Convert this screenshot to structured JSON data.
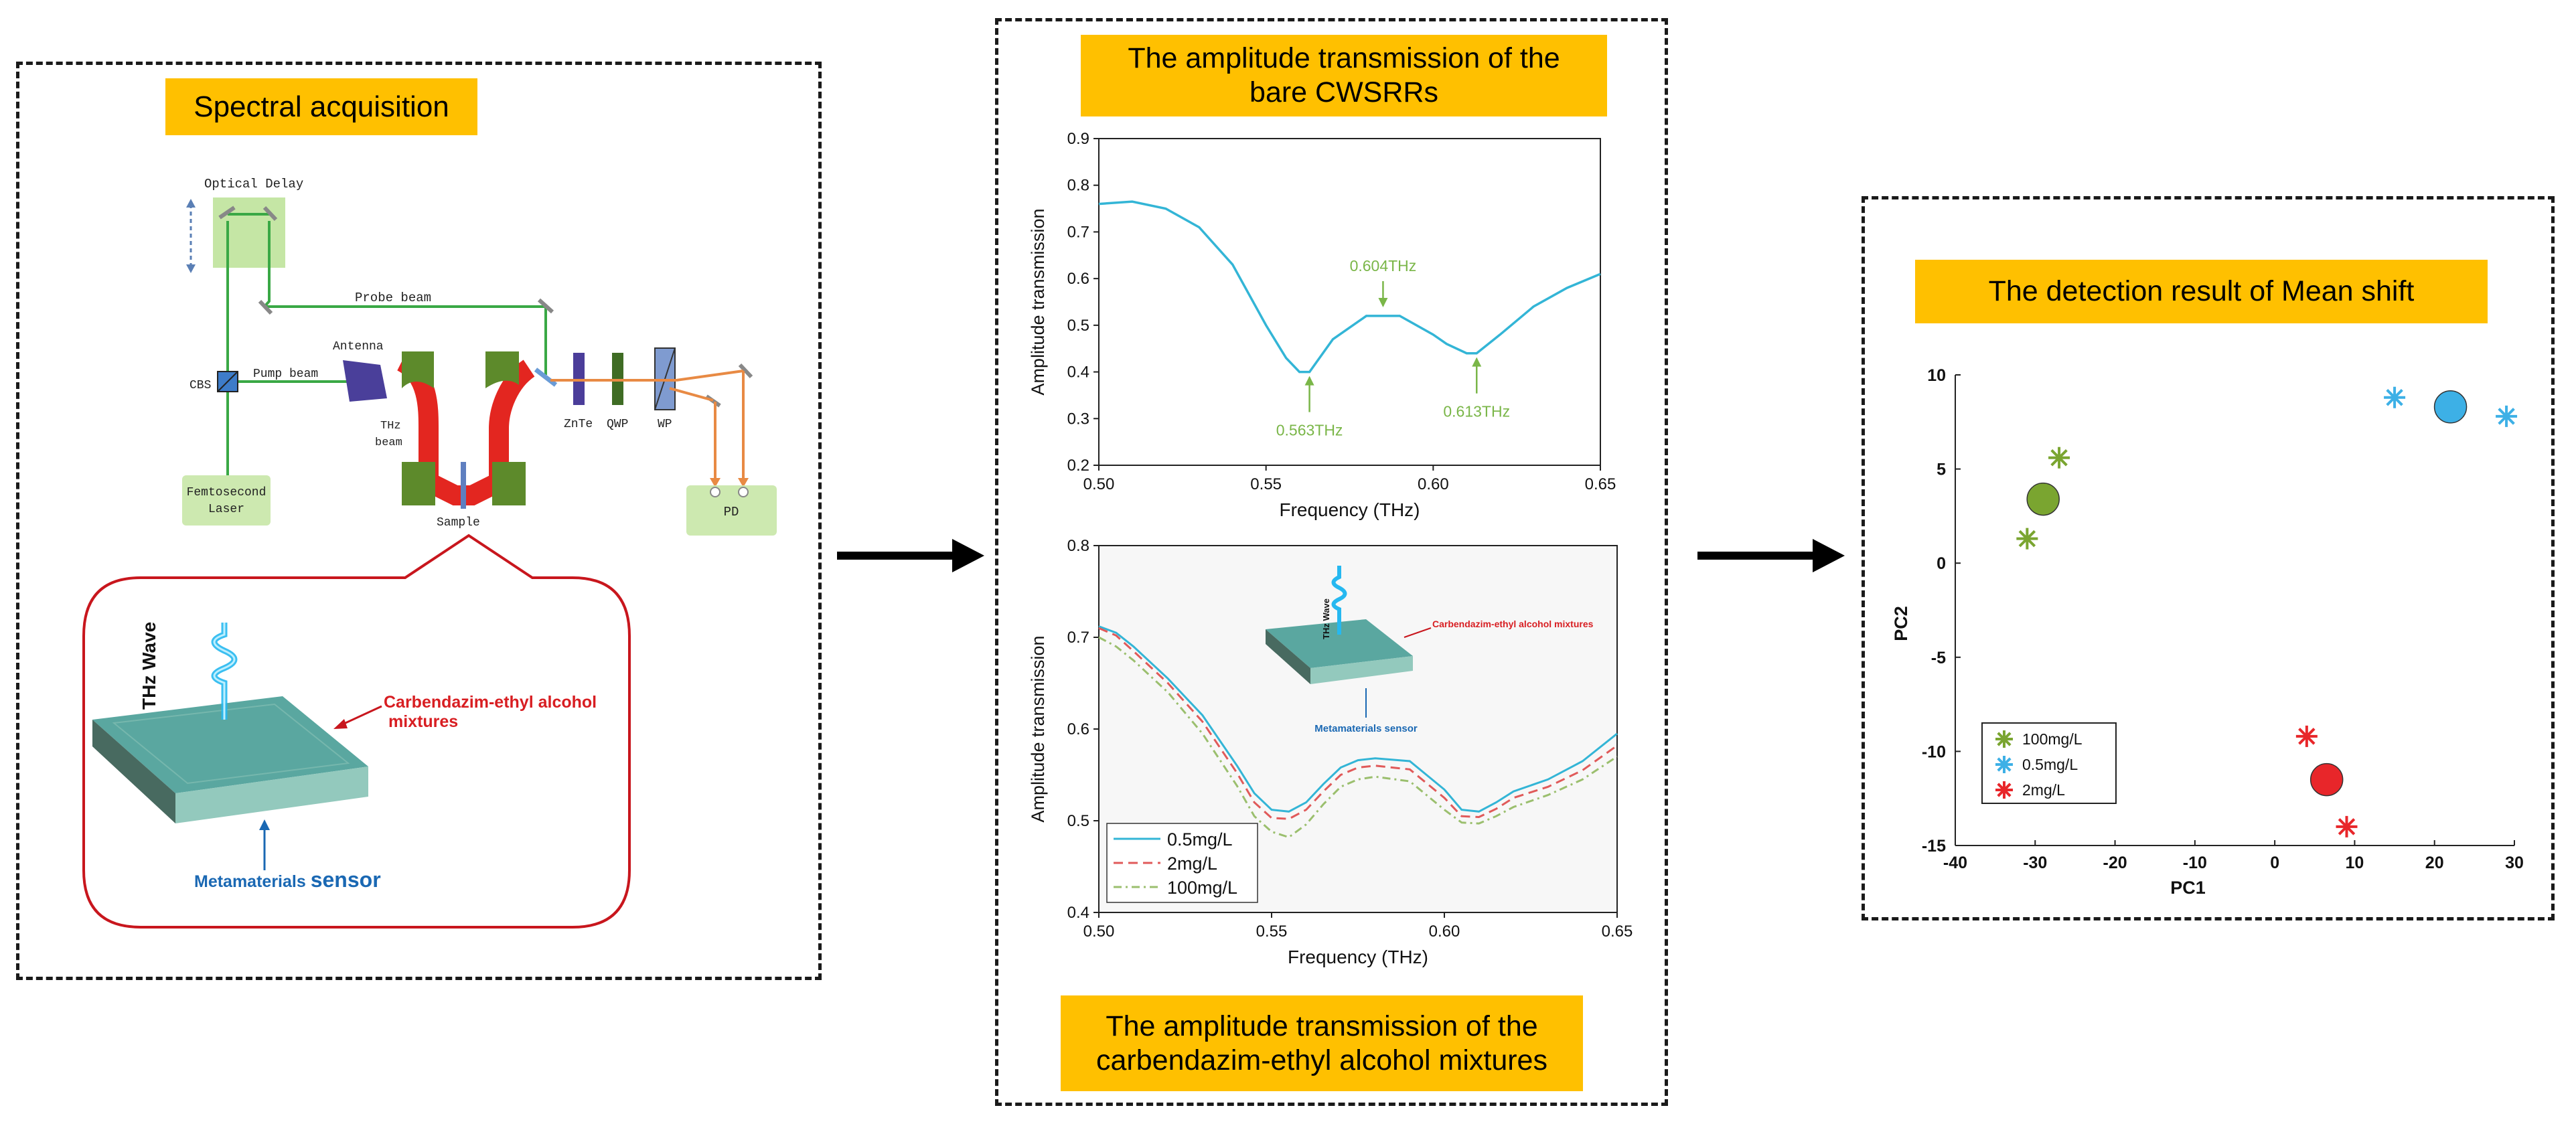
{
  "panels": {
    "left": {
      "title": "Spectral acquisition",
      "setup_labels": {
        "optical_delay": "Optical Delay",
        "probe_beam": "Probe beam",
        "cbs": "CBS",
        "pump_beam": "Pump beam",
        "antenna": "Antenna",
        "thz_beam": "THz beam",
        "znte": "ZnTe",
        "qwp": "QWP",
        "wp": "WP",
        "femtosecond_laser": "Femtosecond Laser",
        "sample": "Sample",
        "pd": "PD"
      },
      "inset": {
        "thz_wave": "THz Wave",
        "mixture": "Carbendazim-ethyl alcohol mixtures",
        "sensor_prefix": "Metamaterials ",
        "sensor_suffix": "sensor"
      }
    },
    "middle": {
      "top_title": "The amplitude transmission of the bare CWSRRs",
      "bottom_title": "The amplitude transmission of the carbendazim-ethyl alcohol mixtures",
      "inset": {
        "thz_wave": "THz Wave",
        "mixture": "Carbendazim-ethyl alcohol mixtures",
        "sensor": "Metamaterials sensor"
      }
    },
    "right": {
      "title": "The detection result of Mean shift"
    }
  },
  "colors": {
    "tag": "#ffc000",
    "line_cyan": "#33b5d6",
    "annot_green": "#7ab648",
    "green": "#7aa530",
    "blue": "#3db0e6",
    "red": "#e8262a",
    "beam_red": "#e32620",
    "dashed_red": "#e05a5a",
    "dashdot_green": "#9bbf6e"
  },
  "chart_data": [
    {
      "type": "line",
      "xlabel": "Frequency (THz)",
      "ylabel": "Amplitude transmission",
      "xlim": [
        0.5,
        0.65
      ],
      "ylim": [
        0.2,
        0.9
      ],
      "xticks": [
        "0.50",
        "0.55",
        "0.60",
        "0.65"
      ],
      "yticks": [
        "0.2",
        "0.3",
        "0.4",
        "0.5",
        "0.6",
        "0.7",
        "0.8",
        "0.9"
      ],
      "x": [
        0.5,
        0.51,
        0.52,
        0.53,
        0.54,
        0.55,
        0.556,
        0.56,
        0.563,
        0.57,
        0.58,
        0.59,
        0.6,
        0.604,
        0.61,
        0.613,
        0.62,
        0.63,
        0.64,
        0.65
      ],
      "series": [
        {
          "values": [
            0.76,
            0.765,
            0.75,
            0.71,
            0.63,
            0.5,
            0.43,
            0.4,
            0.4,
            0.47,
            0.52,
            0.52,
            0.48,
            0.46,
            0.44,
            0.44,
            0.48,
            0.54,
            0.58,
            0.61
          ]
        }
      ],
      "annotations": [
        {
          "text": "0.563THz",
          "x": 0.563,
          "y": 0.4
        },
        {
          "text": "0.604THz",
          "x": 0.585,
          "y": 0.53
        },
        {
          "text": "0.613THz",
          "x": 0.613,
          "y": 0.44
        }
      ]
    },
    {
      "type": "line",
      "xlabel": "Frequency (THz)",
      "ylabel": "Amplitude transmission",
      "xlim": [
        0.5,
        0.65
      ],
      "ylim": [
        0.4,
        0.8
      ],
      "xticks": [
        "0.50",
        "0.55",
        "0.60",
        "0.65"
      ],
      "yticks": [
        "0.4",
        "0.5",
        "0.6",
        "0.7",
        "0.8"
      ],
      "x": [
        0.5,
        0.505,
        0.51,
        0.52,
        0.53,
        0.54,
        0.545,
        0.55,
        0.555,
        0.56,
        0.565,
        0.57,
        0.575,
        0.58,
        0.59,
        0.6,
        0.605,
        0.61,
        0.615,
        0.62,
        0.63,
        0.64,
        0.65
      ],
      "series": [
        {
          "name": "0.5mg/L",
          "values": [
            0.712,
            0.705,
            0.69,
            0.655,
            0.615,
            0.56,
            0.53,
            0.512,
            0.51,
            0.52,
            0.54,
            0.558,
            0.566,
            0.568,
            0.565,
            0.534,
            0.512,
            0.51,
            0.52,
            0.532,
            0.545,
            0.565,
            0.595
          ]
        },
        {
          "name": "2mg/L",
          "values": [
            0.71,
            0.702,
            0.685,
            0.65,
            0.608,
            0.552,
            0.52,
            0.503,
            0.502,
            0.512,
            0.532,
            0.55,
            0.558,
            0.56,
            0.556,
            0.525,
            0.505,
            0.504,
            0.513,
            0.525,
            0.537,
            0.555,
            0.582
          ]
        },
        {
          "name": "100mg/L",
          "values": [
            0.7,
            0.69,
            0.675,
            0.64,
            0.595,
            0.538,
            0.505,
            0.488,
            0.482,
            0.496,
            0.518,
            0.537,
            0.545,
            0.548,
            0.543,
            0.512,
            0.498,
            0.497,
            0.505,
            0.515,
            0.528,
            0.545,
            0.57
          ]
        }
      ],
      "legend": "bottom-left"
    },
    {
      "type": "scatter",
      "xlabel": "PC1",
      "ylabel": "PC2",
      "xlim": [
        -40,
        30
      ],
      "ylim": [
        -15,
        10
      ],
      "xticks": [
        "-40",
        "-30",
        "-20",
        "-10",
        "0",
        "10",
        "20",
        "30"
      ],
      "yticks": [
        "10",
        "5",
        "0",
        "-5",
        "-10",
        "-15"
      ],
      "series": [
        {
          "name": "100mg/L",
          "points": [
            [
              -27,
              5.6
            ],
            [
              -31,
              1.3
            ]
          ],
          "center": [
            -29,
            3.4
          ]
        },
        {
          "name": "0.5mg/L",
          "points": [
            [
              15,
              8.8
            ],
            [
              29,
              7.8
            ]
          ],
          "center": [
            22,
            8.3
          ]
        },
        {
          "name": "2mg/L",
          "points": [
            [
              4,
              -9.2
            ],
            [
              9,
              -14.0
            ]
          ],
          "center": [
            6.5,
            -11.5
          ]
        }
      ],
      "legend": "bottom-left"
    }
  ]
}
